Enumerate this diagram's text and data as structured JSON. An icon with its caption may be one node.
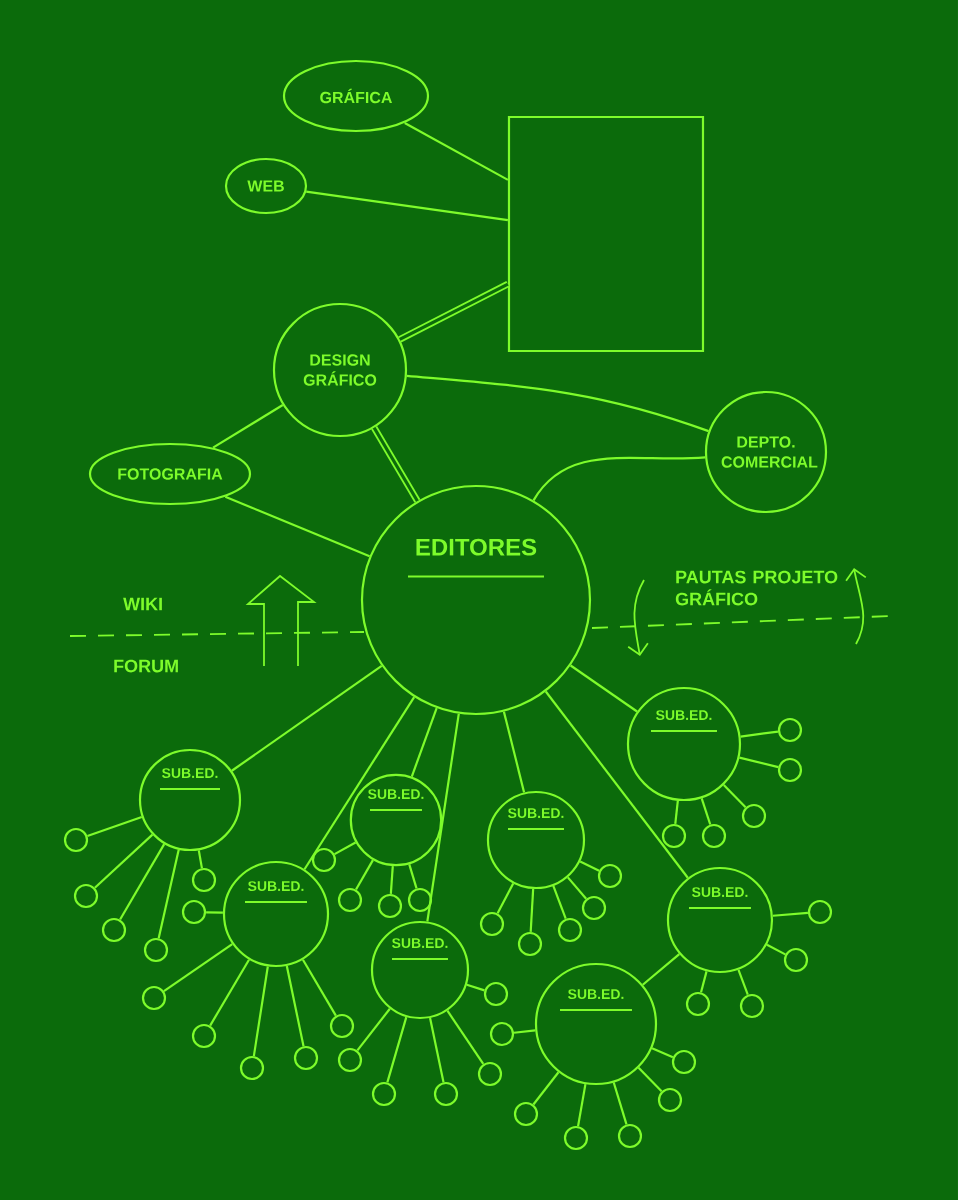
{
  "diagram": {
    "nodes": [
      {
        "text": [
          "GRÁFICA"
        ]
      },
      {
        "text": [
          "WEB"
        ]
      },
      {
        "text": [],
        "shape": "box"
      },
      {
        "text": [
          "DESIGN GRÁFICO"
        ]
      },
      {
        "text": [
          "FOTOGRAFIA"
        ]
      },
      {
        "text": [
          "DEPTO. COMERCIAL"
        ]
      },
      {
        "text": [
          "EDITORES"
        ]
      },
      {
        "text": [
          "SUB.ED."
        ]
      },
      {
        "text": [
          "SUB.ED."
        ]
      },
      {
        "text": [
          "SUB.ED."
        ]
      },
      {
        "text": [
          "SUB.ED."
        ]
      },
      {
        "text": [
          "SUB.ED."
        ]
      },
      {
        "text": [
          "SUB.ED."
        ]
      },
      {
        "text": [
          "SUB.ED."
        ]
      },
      {
        "text": [
          "SUB.ED."
        ]
      },
      {
        "text": [],
        "shape": "circle"
      },
      {
        "text": [],
        "shape": "circle"
      },
      {
        "text": [],
        "shape": "circle"
      },
      {
        "text": [],
        "shape": "circle"
      },
      {
        "text": [],
        "shape": "circle"
      },
      {
        "text": [],
        "shape": "circle"
      },
      {
        "text": [],
        "shape": "circle"
      },
      {
        "text": [],
        "shape": "circle"
      },
      {
        "text": [],
        "shape": "circle"
      },
      {
        "text": [],
        "shape": "circle"
      },
      {
        "text": [],
        "shape": "circle"
      },
      {
        "text": [],
        "shape": "circle"
      },
      {
        "text": [],
        "shape": "circle"
      },
      {
        "text": [],
        "shape": "circle"
      },
      {
        "text": [],
        "shape": "circle"
      },
      {
        "text": [],
        "shape": "circle"
      },
      {
        "text": [],
        "shape": "circle"
      },
      {
        "text": [],
        "shape": "circle"
      },
      {
        "text": [],
        "shape": "circle"
      },
      {
        "text": [],
        "shape": "circle"
      },
      {
        "text": [],
        "shape": "circle"
      },
      {
        "text": [],
        "shape": "circle"
      },
      {
        "text": [],
        "shape": "circle"
      },
      {
        "text": [],
        "shape": "circle"
      },
      {
        "text": [],
        "shape": "circle"
      },
      {
        "text": [],
        "shape": "circle"
      },
      {
        "text": [],
        "shape": "circle"
      },
      {
        "text": [],
        "shape": "circle"
      },
      {
        "text": [],
        "shape": "circle"
      },
      {
        "text": [],
        "shape": "circle"
      },
      {
        "text": [],
        "shape": "circle"
      },
      {
        "text": [],
        "shape": "circle"
      },
      {
        "text": [],
        "shape": "circle"
      },
      {
        "text": [],
        "shape": "circle"
      },
      {
        "text": [],
        "shape": "circle"
      },
      {
        "text": [],
        "shape": "circle"
      },
      {
        "text": [],
        "shape": "circle"
      },
      {
        "text": [],
        "shape": "circle"
      },
      {
        "text": [],
        "shape": "circle"
      },
      {
        "text": [],
        "shape": "circle"
      }
    ],
    "edges": [
      {
        "from": 0,
        "to": 2,
        "arrow": "none"
      },
      {
        "from": 1,
        "to": 2,
        "arrow": "none"
      },
      {
        "from": 3,
        "to": 2,
        "arrow": "none",
        "style": "thick"
      },
      {
        "from": 3,
        "to": 4,
        "arrow": "none"
      },
      {
        "from": 4,
        "to": 6,
        "arrow": "none"
      },
      {
        "from": 3,
        "to": 6,
        "arrow": "none",
        "style": "thick"
      },
      {
        "from": 3,
        "to": 5,
        "arrow": "none"
      },
      {
        "from": 6,
        "to": 5,
        "arrow": "none"
      },
      {
        "from": 6,
        "to": 7,
        "arrow": "none"
      },
      {
        "from": 6,
        "to": 8,
        "arrow": "none"
      },
      {
        "from": 6,
        "to": 9,
        "arrow": "none"
      },
      {
        "from": 6,
        "to": 10,
        "arrow": "none"
      },
      {
        "from": 6,
        "to": 11,
        "arrow": "none"
      },
      {
        "from": 6,
        "to": 12,
        "arrow": "none"
      },
      {
        "from": 6,
        "to": 13,
        "arrow": "none"
      },
      {
        "from": 12,
        "to": 14,
        "arrow": "none"
      },
      {
        "from": 7,
        "to": 15,
        "arrow": "none"
      },
      {
        "from": 7,
        "to": 16,
        "arrow": "none"
      },
      {
        "from": 7,
        "to": 17,
        "arrow": "none"
      },
      {
        "from": 7,
        "to": 18,
        "arrow": "none"
      },
      {
        "from": 7,
        "to": 19,
        "arrow": "none"
      },
      {
        "from": 8,
        "to": 20,
        "arrow": "none"
      },
      {
        "from": 8,
        "to": 21,
        "arrow": "none"
      },
      {
        "from": 8,
        "to": 22,
        "arrow": "none"
      },
      {
        "from": 8,
        "to": 23,
        "arrow": "none"
      },
      {
        "from": 8,
        "to": 24,
        "arrow": "none"
      },
      {
        "from": 9,
        "to": 25,
        "arrow": "none"
      },
      {
        "from": 9,
        "to": 26,
        "arrow": "none"
      },
      {
        "from": 9,
        "to": 27,
        "arrow": "none"
      },
      {
        "from": 9,
        "to": 28,
        "arrow": "none"
      },
      {
        "from": 10,
        "to": 29,
        "arrow": "none"
      },
      {
        "from": 10,
        "to": 30,
        "arrow": "none"
      },
      {
        "from": 10,
        "to": 31,
        "arrow": "none"
      },
      {
        "from": 10,
        "to": 32,
        "arrow": "none"
      },
      {
        "from": 10,
        "to": 33,
        "arrow": "none"
      },
      {
        "from": 11,
        "to": 34,
        "arrow": "none"
      },
      {
        "from": 11,
        "to": 35,
        "arrow": "none"
      },
      {
        "from": 11,
        "to": 36,
        "arrow": "none"
      },
      {
        "from": 11,
        "to": 37,
        "arrow": "none"
      },
      {
        "from": 11,
        "to": 38,
        "arrow": "none"
      },
      {
        "from": 11,
        "to": 39,
        "arrow": "none"
      },
      {
        "from": 12,
        "to": 40,
        "arrow": "none"
      },
      {
        "from": 12,
        "to": 41,
        "arrow": "none"
      },
      {
        "from": 12,
        "to": 42,
        "arrow": "none"
      },
      {
        "from": 12,
        "to": 43,
        "arrow": "none"
      },
      {
        "from": 13,
        "to": 44,
        "arrow": "none"
      },
      {
        "from": 13,
        "to": 45,
        "arrow": "none"
      },
      {
        "from": 13,
        "to": 46,
        "arrow": "none"
      },
      {
        "from": 13,
        "to": 47,
        "arrow": "none"
      },
      {
        "from": 13,
        "to": 48,
        "arrow": "none"
      },
      {
        "from": 14,
        "to": 49,
        "arrow": "none"
      },
      {
        "from": 14,
        "to": 50,
        "arrow": "none"
      },
      {
        "from": 14,
        "to": 51,
        "arrow": "none"
      },
      {
        "from": 14,
        "to": 52,
        "arrow": "none"
      },
      {
        "from": 14,
        "to": 53,
        "arrow": "none"
      },
      {
        "from": 14,
        "to": 54,
        "arrow": "none"
      }
    ],
    "labels": [
      "WIKI",
      "FORUM",
      "PAUTAS PROJETO GRÁFICO"
    ]
  }
}
